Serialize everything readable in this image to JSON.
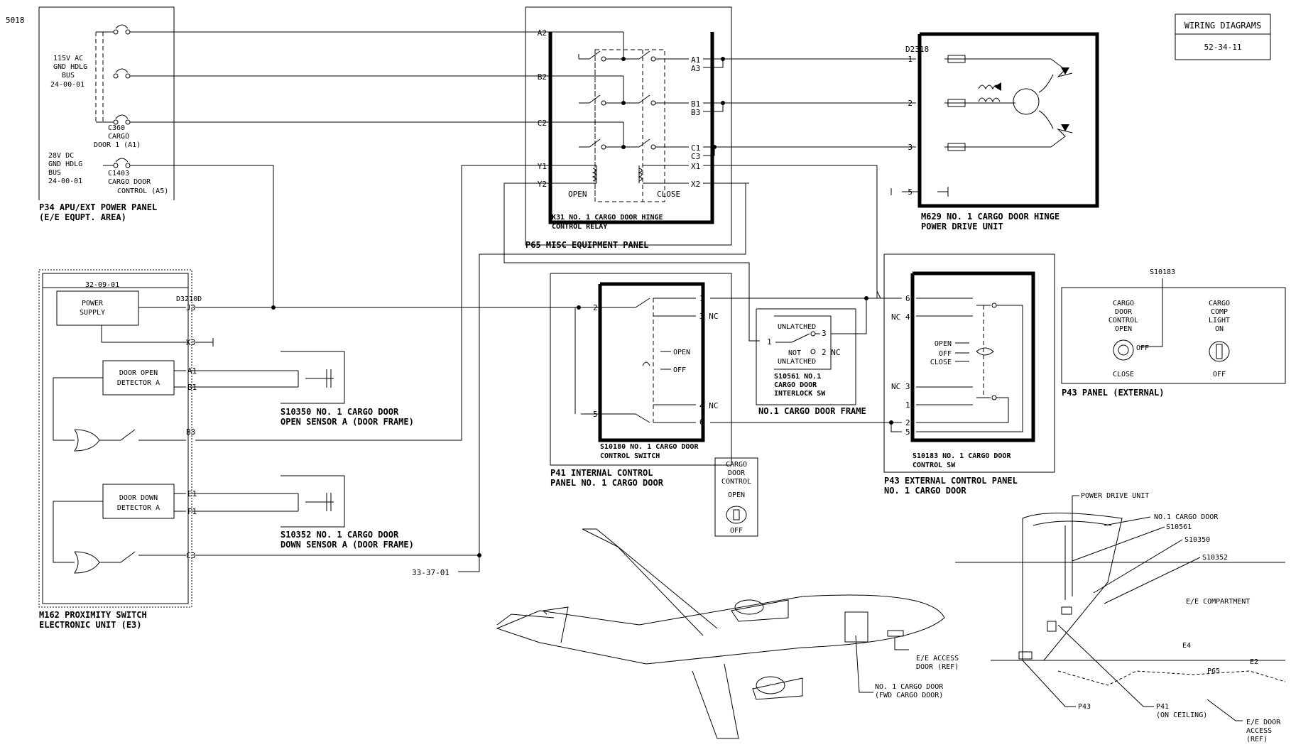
{
  "page_ref": "5018",
  "title_block": {
    "title": "WIRING DIAGRAMS",
    "number": "52-34-11"
  },
  "p34": {
    "bus_115": [
      "115V AC",
      "GND HDLG",
      "BUS",
      "24-00-01"
    ],
    "breaker_c360": [
      "C360",
      "CARGO",
      "DOOR 1 (A1)"
    ],
    "bus_28": [
      "28V DC",
      "GND HDLG",
      "BUS",
      "24-00-01"
    ],
    "breaker_c1403": [
      "C1403",
      "CARGO DOOR",
      "CONTROL (A5)"
    ],
    "label": [
      "P34   APU/EXT POWER PANEL",
      "(E/E EQUPT. AREA)"
    ]
  },
  "p65": {
    "pins_left": [
      "A2",
      "B2",
      "C2",
      "Y1",
      "Y2"
    ],
    "pins_right": [
      "A1",
      "A3",
      "B1",
      "B3",
      "C1",
      "C3",
      "X1",
      "X2"
    ],
    "open": "OPEN",
    "close": "CLOSE",
    "relay_label": [
      "K31   NO. 1 CARGO DOOR HINGE",
      "CONTROL RELAY"
    ],
    "panel_label": "P65   MISC EQUIPMENT PANEL"
  },
  "m629": {
    "connector": "D2318",
    "pins": [
      "1",
      "2",
      "3",
      "5"
    ],
    "label": [
      "M629  NO. 1 CARGO DOOR HINGE",
      "POWER DRIVE UNIT"
    ]
  },
  "m162": {
    "ref": "32-09-01",
    "connector": "D3210D",
    "power_supply": [
      "POWER",
      "SUPPLY"
    ],
    "detector_a": [
      "DOOR OPEN",
      "DETECTOR A"
    ],
    "detector_b": [
      "DOOR DOWN",
      "DETECTOR A"
    ],
    "pins": [
      "J3",
      "K3",
      "A1",
      "B1",
      "B3",
      "E1",
      "F1",
      "C3"
    ],
    "label": [
      "M162  PROXIMITY SWITCH",
      "ELECTRONIC UNIT (E3)"
    ]
  },
  "s10350": [
    "S10350  NO. 1 CARGO DOOR",
    "OPEN SENSOR A (DOOR FRAME)"
  ],
  "s10352": [
    "S10352  NO. 1 CARGO DOOR",
    "DOWN SENSOR A (DOOR FRAME)"
  ],
  "ref_333701": "33-37-01",
  "p41": {
    "pins": [
      "1",
      "2",
      "3 NC",
      "4 NC",
      "5",
      "6"
    ],
    "positions": [
      "OPEN",
      "OFF"
    ],
    "switch_label": [
      "S10180  NO. 1 CARGO DOOR",
      "CONTROL SWITCH"
    ],
    "panel_label": [
      "P41    INTERNAL CONTROL",
      "PANEL NO. 1 CARGO DOOR"
    ],
    "plate": [
      "CARGO",
      "DOOR",
      "CONTROL",
      "OPEN",
      "OFF"
    ]
  },
  "s10561": {
    "latched": "UNLATCHED",
    "not_latched": [
      "NOT",
      "UNLATCHED"
    ],
    "pins": [
      "1",
      "2 NC",
      "3"
    ],
    "label": [
      "S10561  NO.1",
      "CARGO DOOR",
      "INTERLOCK SW"
    ],
    "frame_label": "NO.1 CARGO DOOR FRAME"
  },
  "p43": {
    "pins": [
      "6",
      "NC 4",
      "NC 3",
      "1",
      "2",
      "5"
    ],
    "positions": [
      "OPEN",
      "OFF",
      "CLOSE"
    ],
    "switch_label": [
      "S10183  NO. 1 CARGO DOOR",
      "CONTROL SW"
    ],
    "panel_label": [
      "P43    EXTERNAL CONTROL PANEL",
      "NO. 1 CARGO DOOR"
    ]
  },
  "p43_ext": {
    "ref": "S10183",
    "control": [
      "CARGO",
      "DOOR",
      "CONTROL",
      "OPEN"
    ],
    "off": "OFF",
    "close": "CLOSE",
    "light": [
      "CARGO",
      "COMP",
      "LIGHT",
      "ON"
    ],
    "light_off": "OFF",
    "label": "P43 PANEL (EXTERNAL)"
  },
  "aircraft": {
    "ee_access": [
      "E/E ACCESS",
      "DOOR (REF)"
    ],
    "cargo_door": [
      "NO. 1 CARGO DOOR",
      "(FWD CARGO DOOR)"
    ]
  },
  "location": {
    "pdu": "POWER DRIVE UNIT",
    "door": "NO.1 CARGO DOOR",
    "s10561": "S10561",
    "s10350": "S10350",
    "s10352": "S10352",
    "ee_comp": "E/E COMPARTMENT",
    "e4": "E4",
    "e2": "E2",
    "p65": "P65",
    "p43": "P43",
    "p41": [
      "P41",
      "(ON CEILING)"
    ],
    "ee_door": [
      "E/E DOOR",
      "ACCESS",
      "(REF)"
    ]
  }
}
